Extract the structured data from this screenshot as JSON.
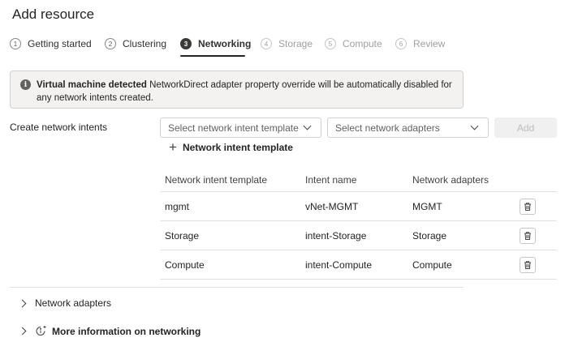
{
  "page": {
    "title": "Add resource"
  },
  "steps": [
    {
      "num": "1",
      "label": "Getting started",
      "state": "done"
    },
    {
      "num": "2",
      "label": "Clustering",
      "state": "done"
    },
    {
      "num": "3",
      "label": "Networking",
      "state": "active"
    },
    {
      "num": "4",
      "label": "Storage",
      "state": "disabled"
    },
    {
      "num": "5",
      "label": "Compute",
      "state": "disabled"
    },
    {
      "num": "6",
      "label": "Review",
      "state": "disabled"
    }
  ],
  "infobar": {
    "heading": "Virtual machine detected",
    "message": "NetworkDirect adapter property override will be automatically disabled for any network intents created."
  },
  "intents": {
    "label": "Create network intents",
    "template_placeholder": "Select network intent template",
    "adapters_placeholder": "Select network adapters",
    "add_label": "Add",
    "add_template_label": "Network intent template"
  },
  "table": {
    "headers": [
      "Network intent template",
      "Intent name",
      "Network adapters"
    ],
    "rows": [
      [
        "mgmt",
        "vNet-MGMT",
        "MGMT"
      ],
      [
        "Storage",
        "intent-Storage",
        "Storage"
      ],
      [
        "Compute",
        "intent-Compute",
        "Compute"
      ]
    ]
  },
  "sections": {
    "adapters": "Network adapters",
    "more_info": "More information on networking"
  },
  "icons": {
    "info": "info-icon",
    "trash": "trash-icon",
    "plus": "plus-icon",
    "chevron": "chevron-icon"
  }
}
